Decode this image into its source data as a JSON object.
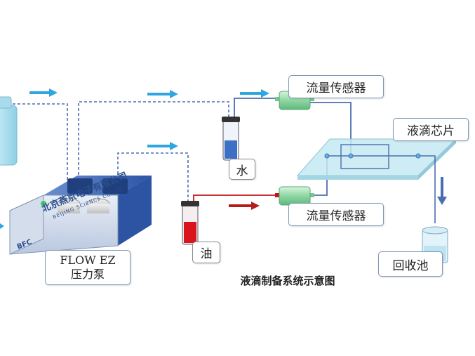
{
  "labels": {
    "flow_sensor_top": "流量传感器",
    "flow_sensor_bottom": "流量传感器",
    "chip": "液滴芯片",
    "water": "水",
    "oil": "油",
    "collection": "回收池",
    "pump_line1": "FLOW EZ",
    "pump_line2": "压力泵"
  },
  "brand": {
    "company": "北京燕京电子有限公司",
    "company_en": "BEIJING SCIENCE CO.LTD",
    "logo": "BFC"
  },
  "caption": "液滴制备系统示意图",
  "colors": {
    "air_line": "#4a6fb0",
    "water_line": "#4a6fb0",
    "oil_line": "#c0161b",
    "arrow_blue": "#2fa6e0",
    "arrow_red": "#b71c1c",
    "sensor_green": "#8fd6a3",
    "chip_fill": "#bfe6ef",
    "water_fill": "#3d6fc4",
    "oil_fill": "#d9141c"
  }
}
